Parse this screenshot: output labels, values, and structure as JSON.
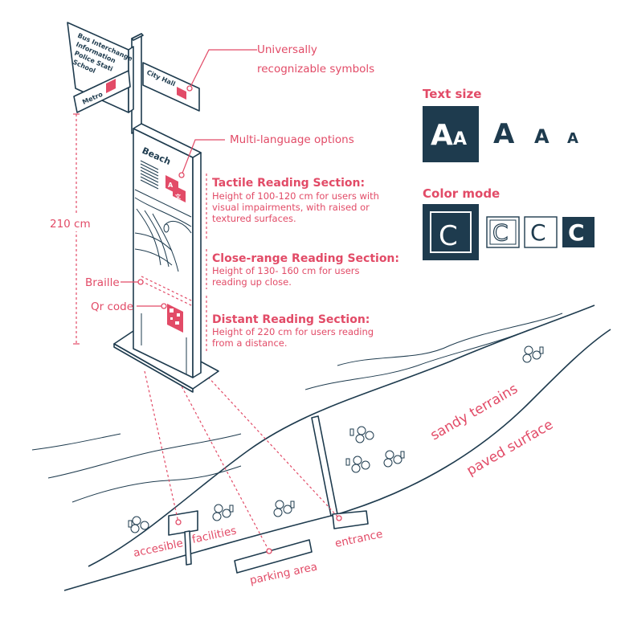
{
  "callouts": {
    "symbols": [
      "Universally",
      "recognizable symbols"
    ],
    "languages": "Multi-language options",
    "tactile": {
      "title": "Tactile Reading Section:",
      "lines": [
        "Height of 100-120 cm for users with",
        "visual impairments, with raised or",
        "textured surfaces."
      ]
    },
    "close_range": {
      "title": "Close-range Reading Section:",
      "lines": [
        "Height of 130- 160 cm for users",
        "reading up close."
      ]
    },
    "distant": {
      "title": "Distant Reading Section:",
      "lines": [
        "Height of 220 cm for users reading",
        "from a distance."
      ]
    },
    "braille": "Braille",
    "qr": "Qr code",
    "height": "210 cm"
  },
  "sign": {
    "left_board": [
      "Bus Interchange",
      "Information",
      "Police Stati",
      "School"
    ],
    "metro": "Metro",
    "city_hall": "City Hall",
    "panel_title": "Beach",
    "lang_glyphs": [
      "A",
      "文"
    ]
  },
  "text_size": {
    "label": "Text size",
    "big_sample": "A",
    "small_sample": "A",
    "samples": [
      "A",
      "A",
      "A"
    ]
  },
  "color_mode": {
    "label": "Color mode",
    "glyph": "C"
  },
  "map": {
    "sandy": "sandy terrains",
    "paved": "paved surface",
    "accessible": "accesible",
    "facilities": "facilities",
    "parking": "parking area",
    "entrance": "entrance"
  },
  "colors": {
    "accent": "#e24b67",
    "navy": "#1e3b4e"
  }
}
